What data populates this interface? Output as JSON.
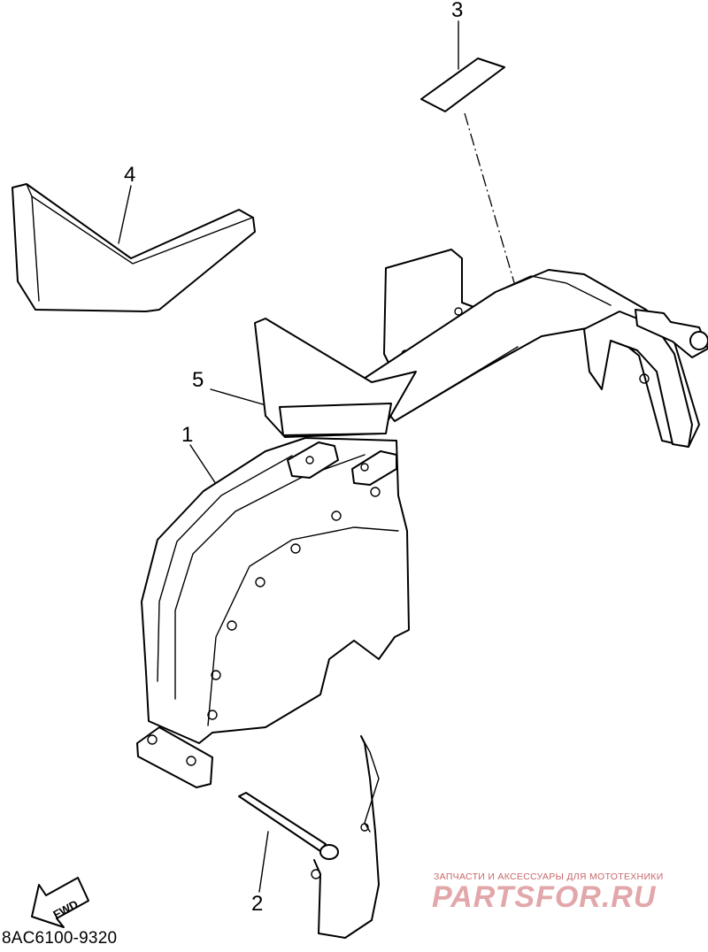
{
  "diagram": {
    "callouts": {
      "c1": "1",
      "c2": "2",
      "c3": "3",
      "c4": "4",
      "c5": "5"
    },
    "arrow_label": "FWD",
    "part_code": "8AC6100-9320"
  },
  "watermark": {
    "tagline": "ЗАПЧАСТИ И АКСЕССУАРЫ ДЛЯ МОТОТЕХНИКИ",
    "brand": "PARTSFOR.RU"
  }
}
